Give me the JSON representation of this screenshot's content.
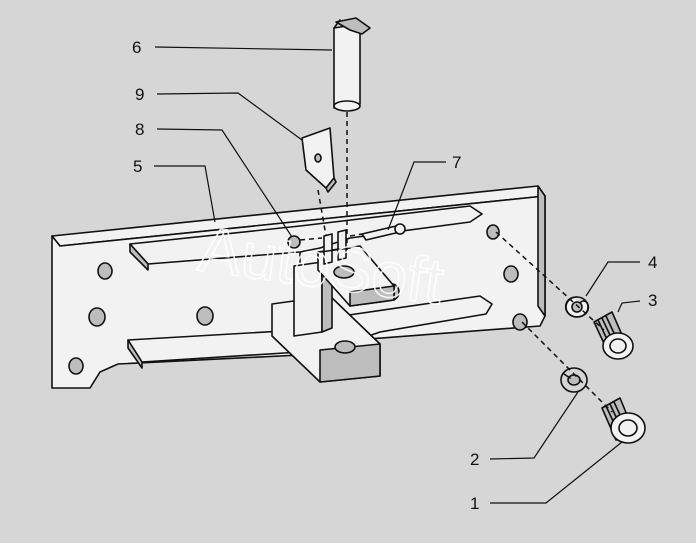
{
  "callouts": {
    "c1": "1",
    "c2": "2",
    "c3": "3",
    "c4": "4",
    "c5": "5",
    "c6": "6",
    "c7": "7",
    "c8": "8",
    "c9": "9"
  },
  "watermark": "AutoSoft",
  "colors": {
    "background": "#d6d6d6",
    "line": "#111111",
    "part_fill": "#f2f2f2",
    "shadow_fill": "#bdbdbd"
  }
}
